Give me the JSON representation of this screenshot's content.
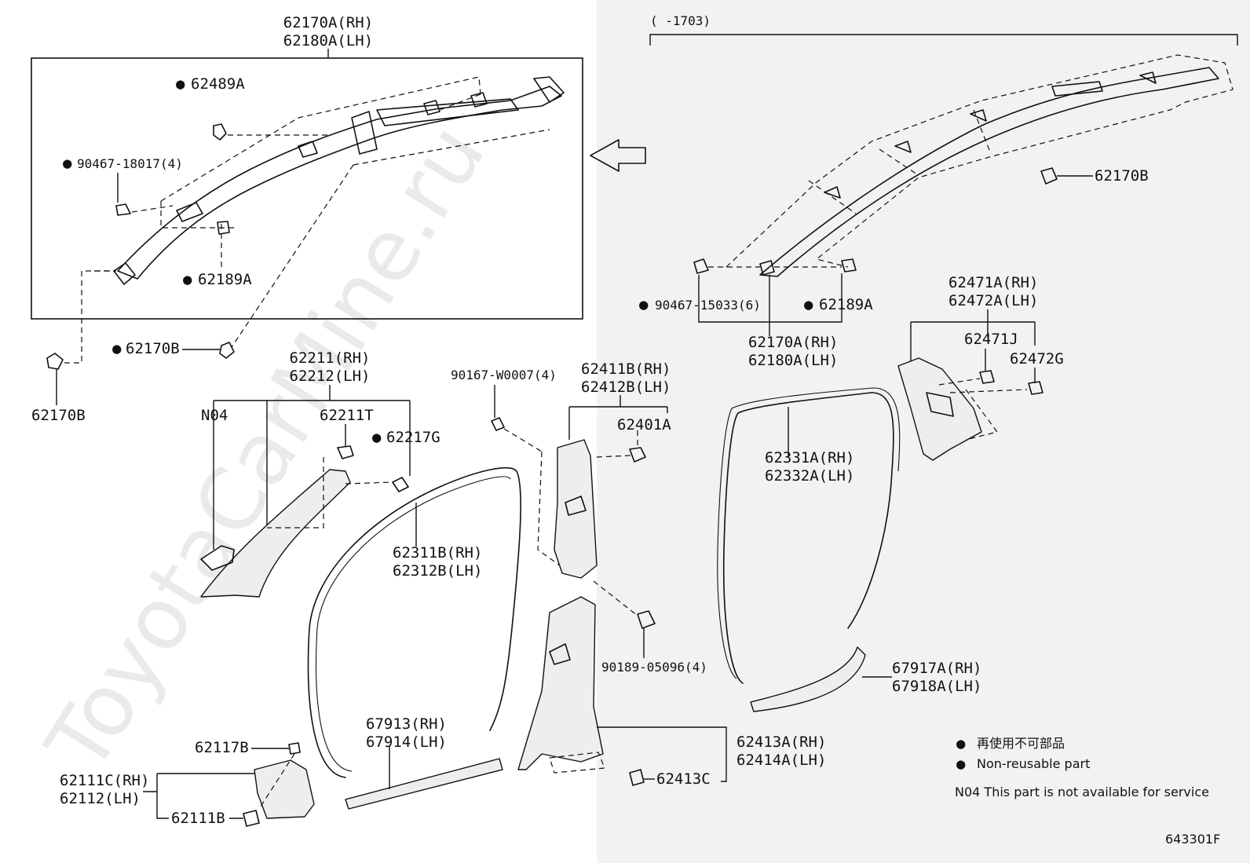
{
  "watermark": "ToyotaCarMine.ru",
  "drawing_number": "643301F",
  "date_range": "(      -1703)",
  "nonreusable_symbol": "●",
  "legend": {
    "jp": "再使用不可部品",
    "en": "Non-reusable part",
    "n04": "N04  This part is not available for service"
  },
  "labels": {
    "airbag_top_rh": "62170A(RH)",
    "airbag_top_lh": "62180A(LH)",
    "p62489A": "62489A",
    "p90467_18017": "90467-18017(4)",
    "p62189A_left": "62189A",
    "p62170B_mid": "62170B",
    "p62170B_left": "62170B",
    "p62211_rh": "62211(RH)",
    "p62212_lh": "62212(LH)",
    "n04": "N04",
    "p62211T": "62211T",
    "p62217G": "62217G",
    "p90167": "90167-W0007(4)",
    "p62411B_rh": "62411B(RH)",
    "p62412B_lh": "62412B(LH)",
    "p62401A": "62401A",
    "p62311B_rh": "62311B(RH)",
    "p62312B_lh": "62312B(LH)",
    "p90189": "90189-05096(4)",
    "p62117B": "62117B",
    "p62111C_rh": "62111C(RH)",
    "p62112_lh": "62112(LH)",
    "p62111B": "62111B",
    "p67913_rh": "67913(RH)",
    "p67914_lh": "67914(LH)",
    "p62413A_rh": "62413A(RH)",
    "p62414A_lh": "62414A(LH)",
    "p62413C": "62413C",
    "p62170B_right": "62170B",
    "p90467_15033": "90467-15033(6)",
    "p62189A_right": "62189A",
    "airbag_right_rh": "62170A(RH)",
    "airbag_right_lh": "62180A(LH)",
    "p62471A_rh": "62471A(RH)",
    "p62472A_lh": "62472A(LH)",
    "p62471J": "62471J",
    "p62472G": "62472G",
    "p62331A_rh": "62331A(RH)",
    "p62332A_lh": "62332A(LH)",
    "p67917A_rh": "67917A(RH)",
    "p67918A_lh": "67918A(LH)"
  }
}
